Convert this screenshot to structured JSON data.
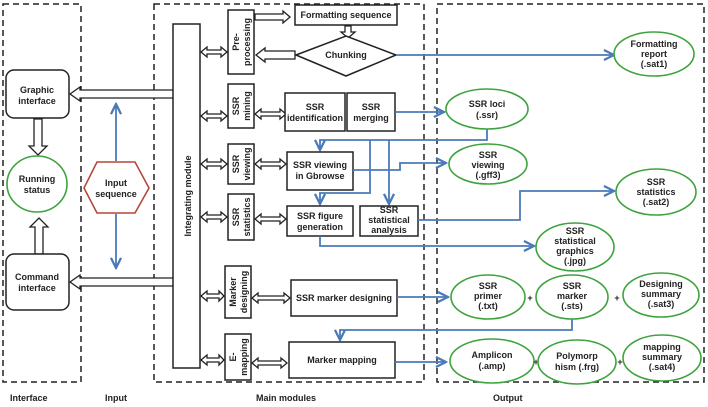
{
  "sections": {
    "interface": "Interface",
    "input": "Input",
    "main_modules": "Main modules",
    "output": "Output"
  },
  "interface": {
    "graphic": [
      "Graphic",
      "interface"
    ],
    "running": [
      "Running",
      "status"
    ],
    "command": [
      "Command",
      "interface"
    ]
  },
  "input": {
    "sequence": [
      "Input",
      "sequence"
    ]
  },
  "main": {
    "integrating": "Integrating module",
    "modules": {
      "preprocessing": [
        "Pre-",
        "processing"
      ],
      "mining": [
        "SSR",
        "mining"
      ],
      "viewing": [
        "SSR",
        "viewing"
      ],
      "statistics": [
        "SSR",
        "statistics"
      ],
      "marker": [
        "Marker",
        "designing"
      ],
      "emapping": [
        "E-",
        "mapping"
      ]
    },
    "steps": {
      "formatting": "Formatting sequence",
      "chunking": "Chunking",
      "identification": [
        "SSR",
        "identification"
      ],
      "merging": [
        "SSR",
        "merging"
      ],
      "gbrowse": [
        "SSR viewing",
        "in Gbrowse"
      ],
      "figure": [
        "SSR figure",
        "generation"
      ],
      "analysis": [
        "SSR",
        "statistical",
        "analysis"
      ],
      "marker_designing": "SSR marker designing",
      "marker_mapping": "Marker mapping"
    }
  },
  "output": {
    "formatting_report": [
      "Formatting",
      "report",
      "(.sat1)"
    ],
    "ssr_loci": [
      "SSR loci",
      "(.ssr)"
    ],
    "ssr_viewing": [
      "SSR",
      "viewing",
      "(.gff3)"
    ],
    "ssr_statistics": [
      "SSR",
      "statistics",
      "(.sat2)"
    ],
    "statistical_graphics": [
      "SSR",
      "statistical",
      "graphics",
      "(.jpg)"
    ],
    "ssr_primer": [
      "SSR",
      "primer",
      "(.txt)"
    ],
    "ssr_marker": [
      "SSR",
      "marker",
      "(.sts)"
    ],
    "designing_summary": [
      "Designing",
      "summary",
      "(.sat3)"
    ],
    "amplicon": [
      "Amplicon",
      "(.amp)"
    ],
    "polymorphism": [
      "Polymorp",
      "hism (.frg)"
    ],
    "mapping_summary": [
      "mapping",
      "summary",
      "(.sat4)"
    ],
    "plus": "+"
  },
  "colors": {
    "flow": "#4a7ab8",
    "output_border": "#3ea33e",
    "input_border": "#b5473a"
  }
}
